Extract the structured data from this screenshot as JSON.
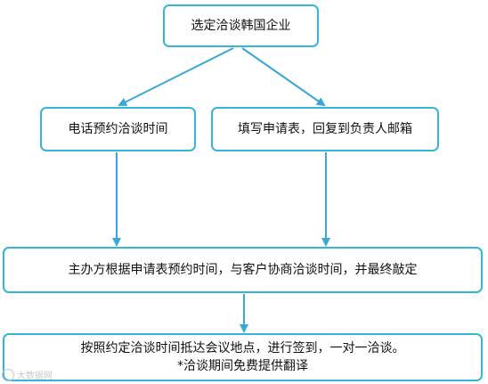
{
  "diagram": {
    "accent_color": "#35b6d9",
    "arrow_color": "#3aa8d6",
    "nodes": {
      "select_company": "选定洽谈韩国企业",
      "phone_booking": "电话预约洽谈时间",
      "fill_form": "填写申请表，回复到负责人邮箱",
      "organizer_schedule": "主办方根据申请表预约时间，与客户协商洽谈时间，并最终敲定",
      "meeting_line1": "按照约定洽谈时间抵达会议地点，进行签到，一对一洽谈。",
      "meeting_line2": "*洽谈期间免费提供翻译"
    }
  },
  "watermark": {
    "icon": "wechat-logo-icon",
    "text": "大数据网"
  }
}
